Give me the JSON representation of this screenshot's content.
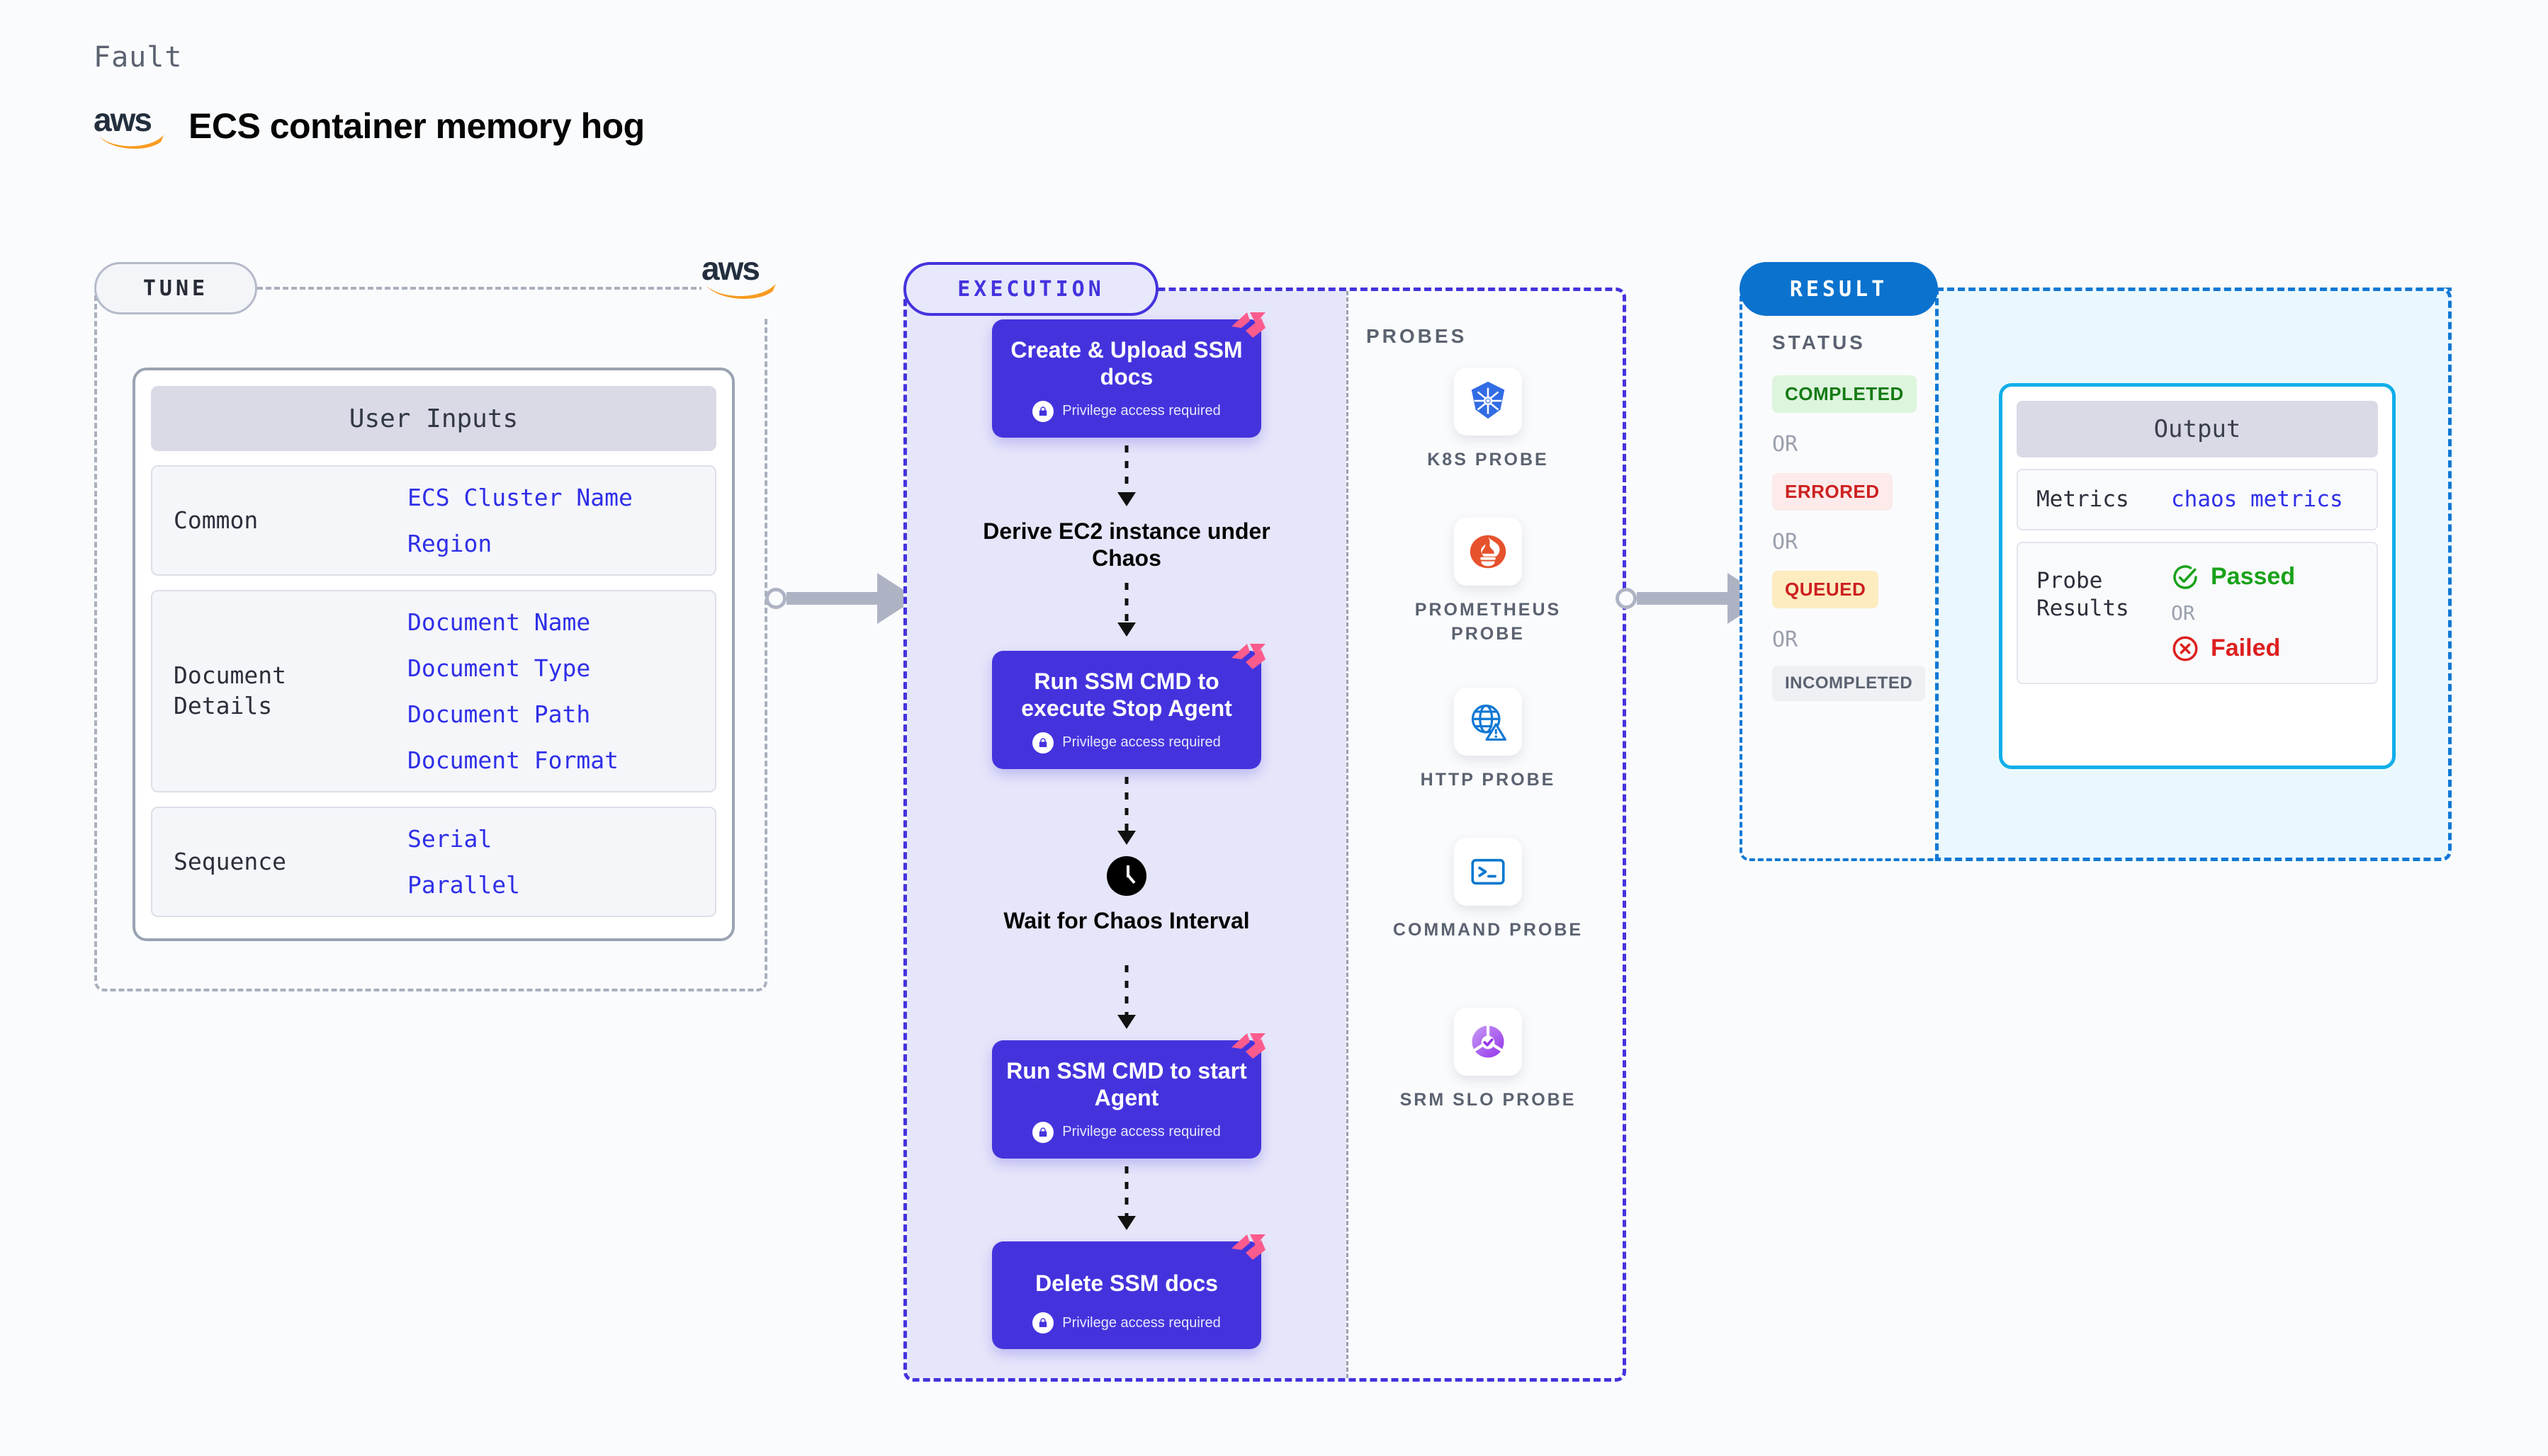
{
  "header": {
    "kicker": "Fault",
    "title": "ECS container memory hog",
    "logo": "aws-logo"
  },
  "tune": {
    "badge": "TUNE",
    "logo": "aws-logo",
    "card_title": "User Inputs",
    "groups": [
      {
        "label": "Common",
        "values": [
          "ECS Cluster Name",
          "Region"
        ]
      },
      {
        "label": "Document\nDetails",
        "values": [
          "Document Name",
          "Document Type",
          "Document Path",
          "Document Format"
        ]
      },
      {
        "label": "Sequence",
        "values": [
          "Serial",
          "Parallel"
        ]
      }
    ]
  },
  "execution": {
    "badge": "EXECUTION",
    "privilege_note": "Privilege access required",
    "steps": [
      {
        "type": "task",
        "title": "Create & Upload SSM docs",
        "privileged": true,
        "ribbon": true
      },
      {
        "type": "plain",
        "title": "Derive EC2 instance under Chaos",
        "icon": null
      },
      {
        "type": "task",
        "title": "Run SSM CMD to execute Stop Agent",
        "privileged": true,
        "ribbon": true
      },
      {
        "type": "plain",
        "title": "Wait for Chaos Interval",
        "icon": "clock-icon"
      },
      {
        "type": "task",
        "title": "Run SSM CMD to start Agent",
        "privileged": true,
        "ribbon": true
      },
      {
        "type": "task",
        "title": "Delete SSM docs",
        "privileged": true,
        "ribbon": true
      }
    ],
    "probes_label": "PROBES",
    "probes": [
      {
        "label": "K8S PROBE",
        "icon": "kubernetes-icon",
        "color": "#326ce5"
      },
      {
        "label": "PROMETHEUS PROBE",
        "icon": "prometheus-icon",
        "color": "#e6522c"
      },
      {
        "label": "HTTP PROBE",
        "icon": "http-globe-icon",
        "color": "#1178d4"
      },
      {
        "label": "COMMAND PROBE",
        "icon": "terminal-icon",
        "color": "#0b78d0"
      },
      {
        "label": "SRM SLO PROBE",
        "icon": "srm-slo-icon",
        "color": "#a24ef0"
      }
    ]
  },
  "result": {
    "badge": "RESULT",
    "status_label": "STATUS",
    "or_text": "OR",
    "statuses": [
      {
        "label": "COMPLETED",
        "bg": "#ddf5dd",
        "fg": "#157a15"
      },
      {
        "label": "ERRORED",
        "bg": "#fdeaea",
        "fg": "#cc2020"
      },
      {
        "label": "QUEUED",
        "bg": "#fdecc0",
        "fg": "#cc2020"
      },
      {
        "label": "INCOMPLETED",
        "bg": "#eef0f4",
        "fg": "#5b6270"
      }
    ],
    "output": {
      "title": "Output",
      "metrics_label": "Metrics",
      "metrics_value": "chaos metrics",
      "probe_results_label": "Probe\nResults",
      "passed": "Passed",
      "failed": "Failed",
      "or_text": "OR",
      "passed_color": "#1aa21a",
      "failed_color": "#dd1f1f"
    }
  }
}
